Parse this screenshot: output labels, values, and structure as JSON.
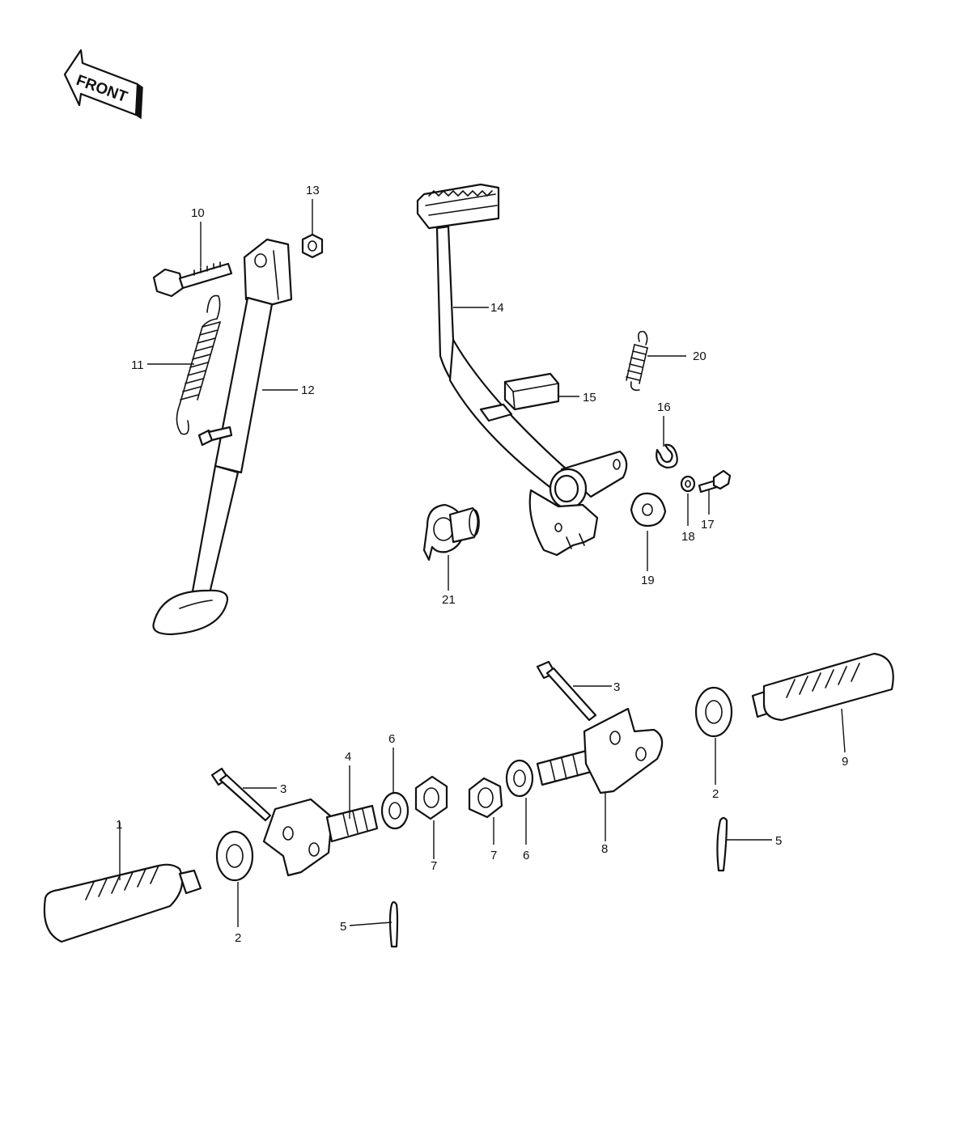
{
  "direction_badge": {
    "label": "FRONT"
  },
  "callouts": [
    {
      "id": "c1",
      "text": "1"
    },
    {
      "id": "c2a",
      "text": "2"
    },
    {
      "id": "c2b",
      "text": "2"
    },
    {
      "id": "c3a",
      "text": "3"
    },
    {
      "id": "c3b",
      "text": "3"
    },
    {
      "id": "c4",
      "text": "4"
    },
    {
      "id": "c5a",
      "text": "5"
    },
    {
      "id": "c5b",
      "text": "5"
    },
    {
      "id": "c6a",
      "text": "6"
    },
    {
      "id": "c6b",
      "text": "6"
    },
    {
      "id": "c7a",
      "text": "7"
    },
    {
      "id": "c7b",
      "text": "7"
    },
    {
      "id": "c8",
      "text": "8"
    },
    {
      "id": "c9",
      "text": "9"
    },
    {
      "id": "c10",
      "text": "10"
    },
    {
      "id": "c11",
      "text": "11"
    },
    {
      "id": "c12",
      "text": "12"
    },
    {
      "id": "c13",
      "text": "13"
    },
    {
      "id": "c14",
      "text": "14"
    },
    {
      "id": "c15",
      "text": "15"
    },
    {
      "id": "c16",
      "text": "16"
    },
    {
      "id": "c17",
      "text": "17"
    },
    {
      "id": "c18",
      "text": "18"
    },
    {
      "id": "c19",
      "text": "19"
    },
    {
      "id": "c20",
      "text": "20"
    },
    {
      "id": "c21",
      "text": "21"
    }
  ]
}
